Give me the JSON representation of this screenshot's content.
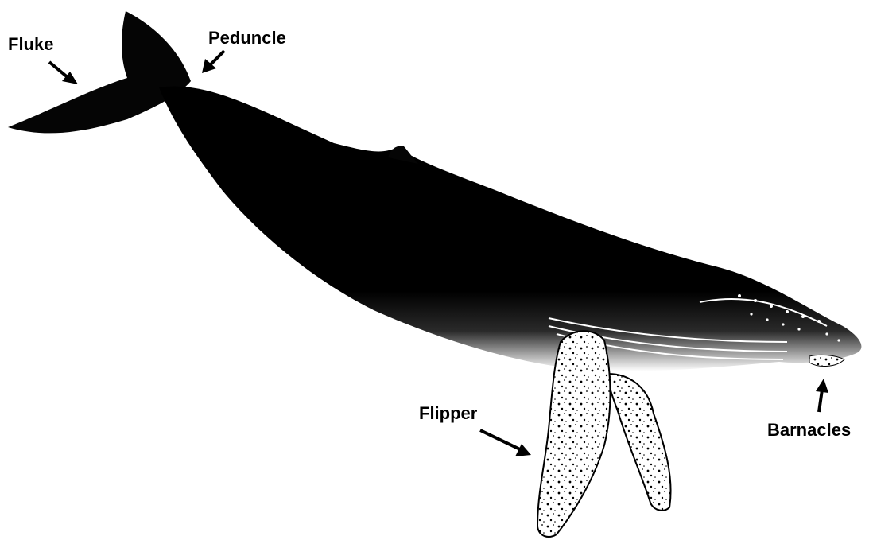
{
  "labels": {
    "fluke": "Fluke",
    "peduncle": "Peduncle",
    "flipper": "Flipper",
    "barnacles": "Barnacles"
  },
  "colors": {
    "body": "#050505",
    "belly": "#ffffff",
    "flipper": "#f2f2f2",
    "outline": "#000000"
  }
}
